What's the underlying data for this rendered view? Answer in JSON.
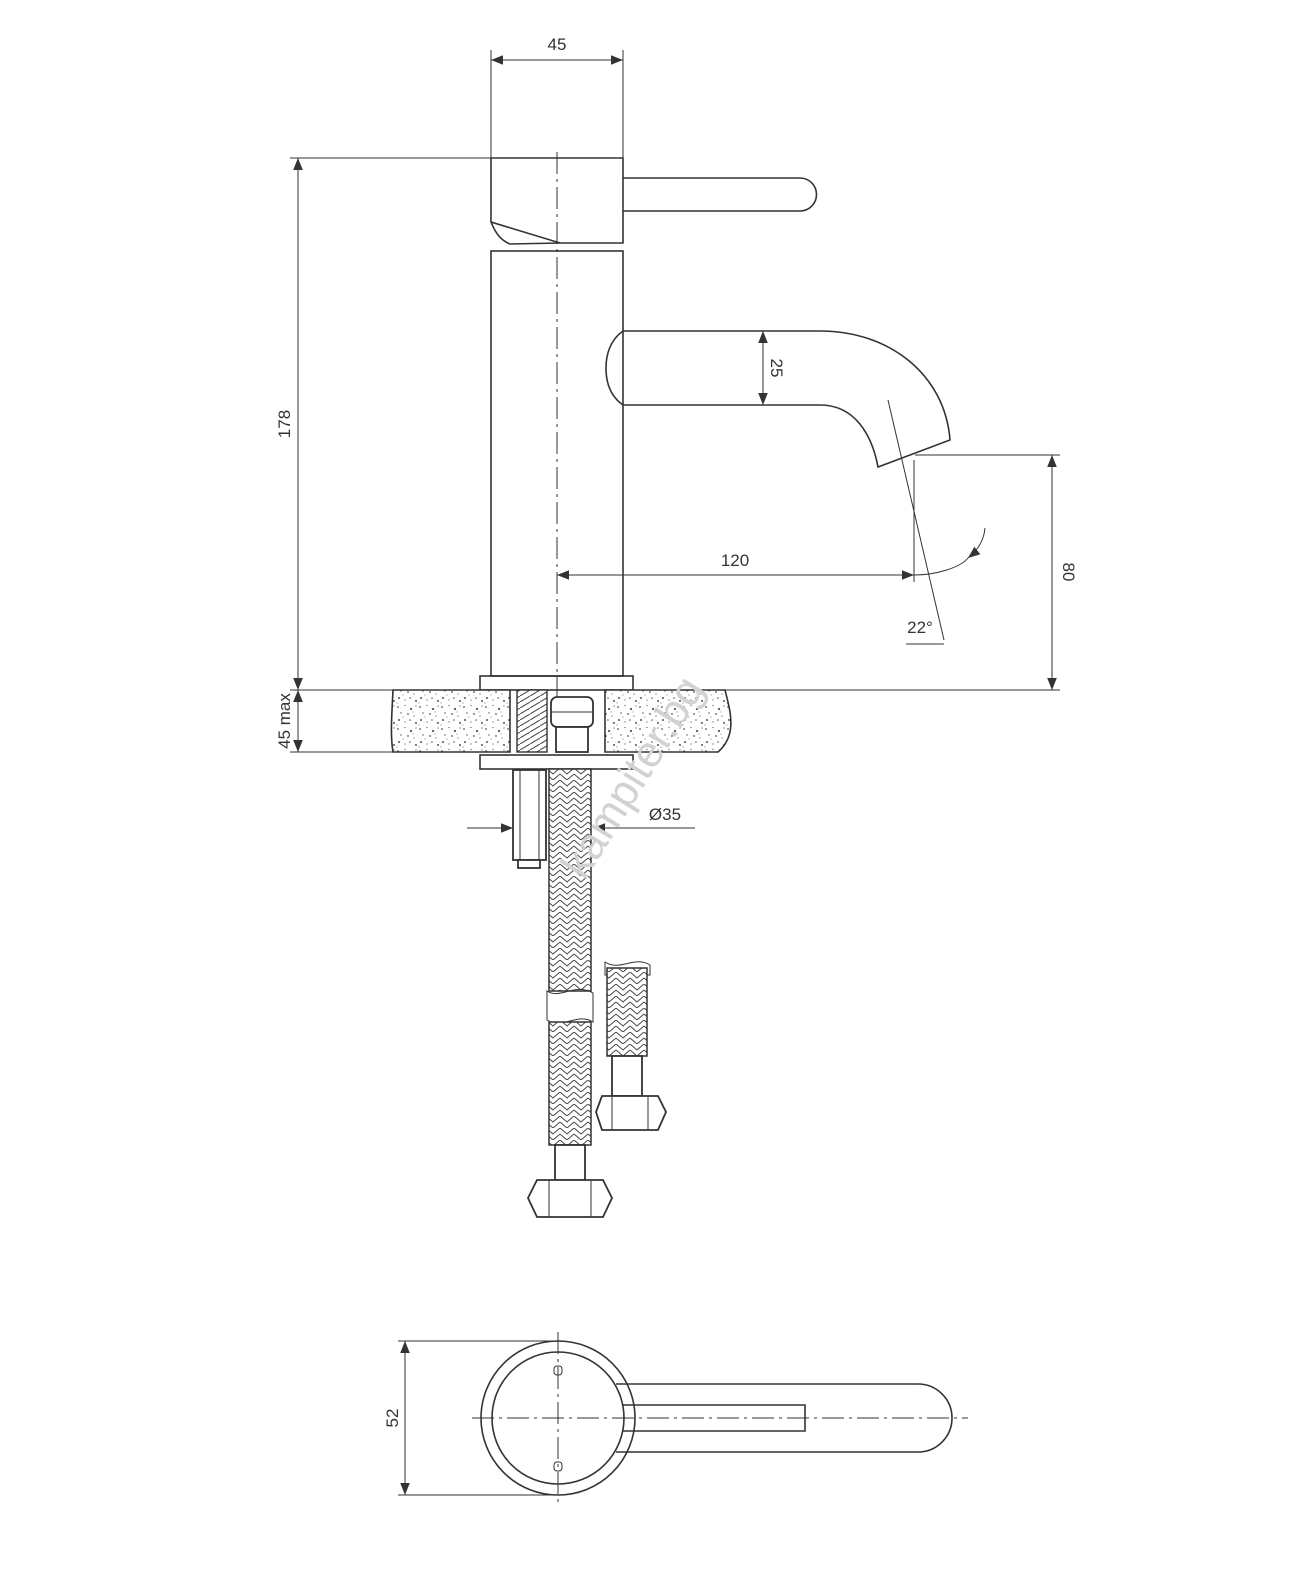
{
  "drawing": {
    "dimensions": {
      "body_width": "45",
      "total_height": "178",
      "spout_diameter": "25",
      "spout_reach": "120",
      "spout_height": "80",
      "spout_angle": "22°",
      "counter_thickness": "45 max",
      "hole_diameter": "Ø35",
      "top_view_width": "52"
    },
    "watermark": "kampiter.bg"
  }
}
